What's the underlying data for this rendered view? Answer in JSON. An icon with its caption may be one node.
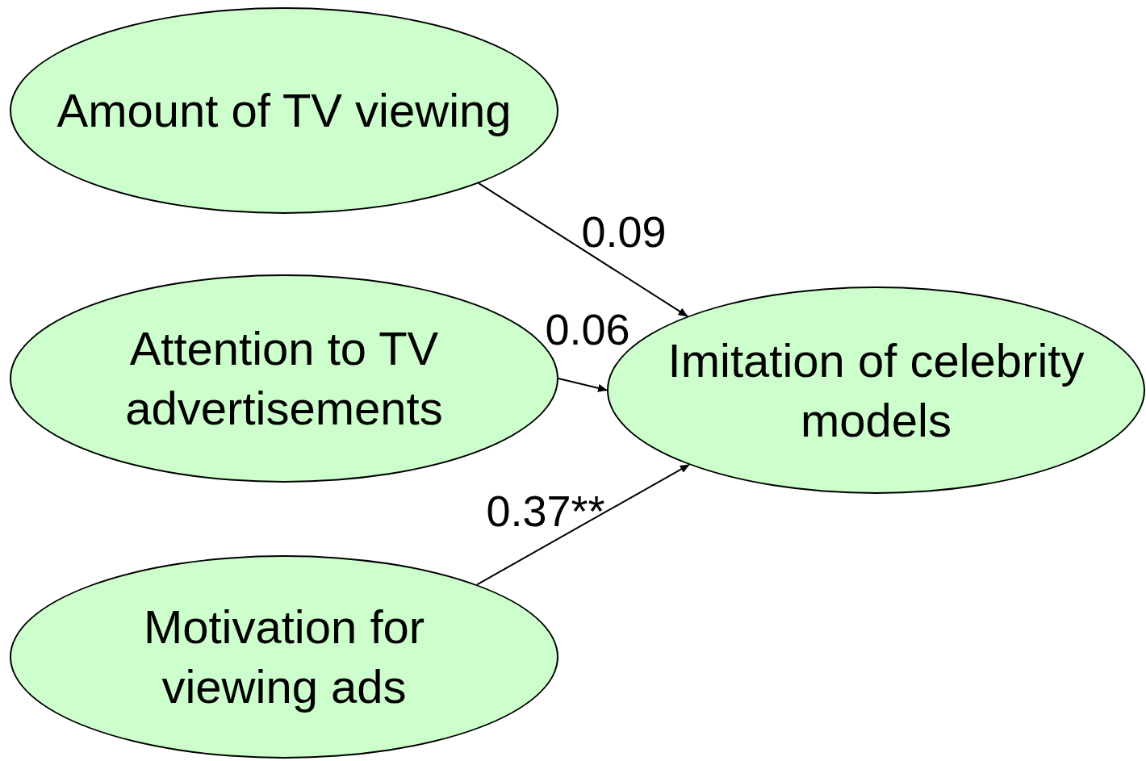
{
  "diagram": {
    "nodes": [
      {
        "text": [
          "Amount of TV viewing"
        ]
      },
      {
        "text": [
          "Attention to TV advertisements"
        ]
      },
      {
        "text": [
          "Motivation for viewing ads"
        ]
      },
      {
        "text": [
          "Imitation of celebrity models"
        ]
      }
    ],
    "edges": [
      {
        "from": 0,
        "to": 3,
        "arrow": "to",
        "label": "0.09"
      },
      {
        "from": 1,
        "to": 3,
        "arrow": "to",
        "label": "0.06"
      },
      {
        "from": 2,
        "to": 3,
        "arrow": "to",
        "label": "0.37**"
      }
    ]
  }
}
